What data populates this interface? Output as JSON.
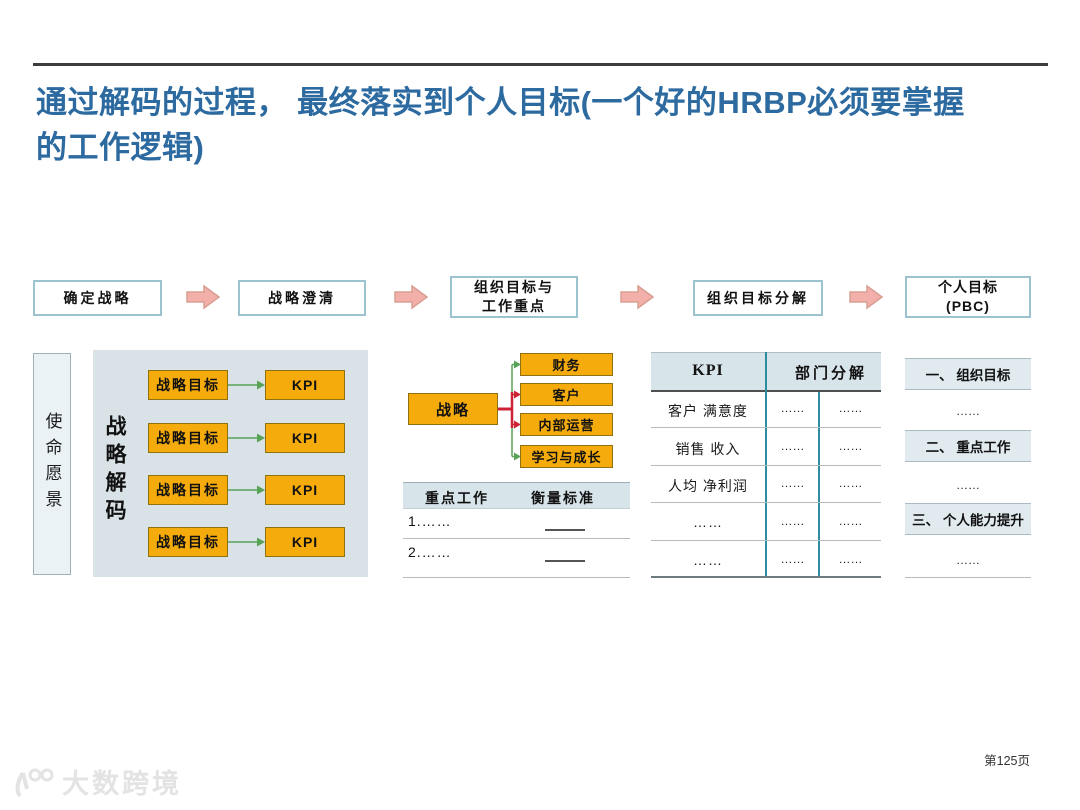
{
  "slide": {
    "title": "通过解码的过程，  最终落实到个人目标(一个好的HRBP必须要掌握\n的工作逻辑)",
    "page_number": "第125页",
    "watermark_text": "大数跨境"
  },
  "flow": {
    "steps": [
      {
        "label": "确定战略"
      },
      {
        "label": "战略澄清"
      },
      {
        "label": "组织目标与\n工作重点"
      },
      {
        "label": "组织目标分解"
      },
      {
        "label": "个人目标\n(PBC)"
      }
    ]
  },
  "mission": {
    "label": "使命愿景"
  },
  "decode": {
    "title": "战略解码",
    "rows": [
      {
        "goal": "战略目标",
        "kpi": "KPI"
      },
      {
        "goal": "战略目标",
        "kpi": "KPI"
      },
      {
        "goal": "战略目标",
        "kpi": "KPI"
      },
      {
        "goal": "战略目标",
        "kpi": "KPI"
      }
    ]
  },
  "bsc": {
    "strategy": "战略",
    "perspectives": [
      {
        "label": "财务"
      },
      {
        "label": "客户"
      },
      {
        "label": "内部运营"
      },
      {
        "label": "学习与成长"
      }
    ]
  },
  "focus_table": {
    "headers": {
      "col1": "重点工作",
      "col2": "衡量标准"
    },
    "rows": [
      {
        "item": "1.……"
      },
      {
        "item": "2.……"
      }
    ]
  },
  "kpi_table": {
    "headers": {
      "col1": "KPI",
      "col2": "部门分解"
    },
    "rows": [
      {
        "kpi": "客户 满意度",
        "d1": "……",
        "d2": "……"
      },
      {
        "kpi": "销售 收入",
        "d1": "……",
        "d2": "……"
      },
      {
        "kpi": "人均 净利润",
        "d1": "……",
        "d2": "……"
      },
      {
        "kpi": "……",
        "d1": "……",
        "d2": "……"
      },
      {
        "kpi": "……",
        "d1": "……",
        "d2": "……"
      }
    ]
  },
  "pbc": {
    "sections": [
      {
        "heading": "一、 组织目标",
        "dots": "……"
      },
      {
        "heading": "二、 重点工作",
        "dots": "……"
      },
      {
        "heading": "三、 个人能力提升",
        "dots": "……"
      }
    ]
  },
  "colors": {
    "title_blue": "#2c6aa0",
    "box_border_teal": "#9cc3d0",
    "arrow_pink": "#f3b0aa",
    "orange_fill": "#f5ab0c",
    "panel_bg": "#d9e3e7",
    "header_band": "#d7e4ea",
    "table_teal_line": "#2e8ca0",
    "connector_red": "#cc2233",
    "connector_green": "#57a257"
  }
}
